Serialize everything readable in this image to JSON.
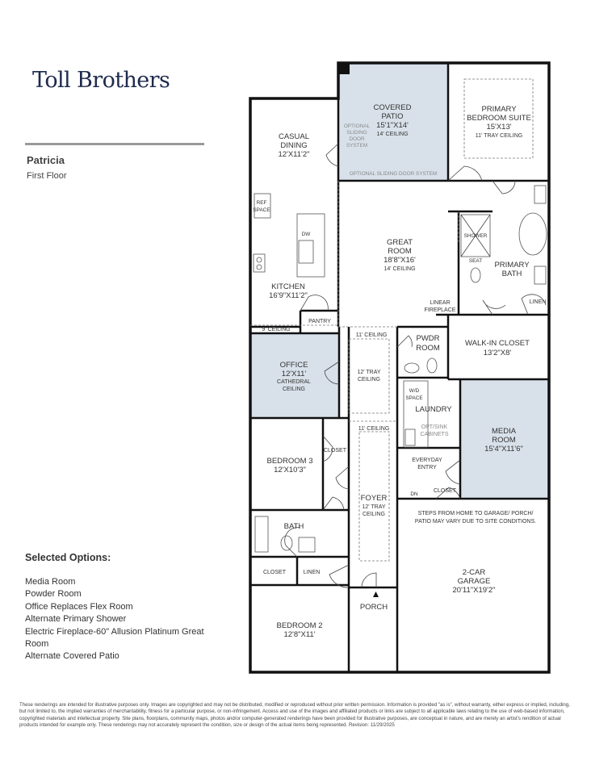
{
  "brand": {
    "logo_text": "Toll Brothers"
  },
  "plan": {
    "name": "Patricia",
    "floor": "First Floor"
  },
  "rooms": {
    "covered_patio": {
      "name1": "COVERED",
      "name2": "PATIO",
      "size": "15'1\"X14'",
      "ceiling": "14' CEILING"
    },
    "optional_sliding_door": {
      "l1": "OPTIONAL",
      "l2": "SLIDING",
      "l3": "DOOR",
      "l4": "SYSTEM"
    },
    "optional_sliding_door_bottom": "OPTIONAL SLIDING DOOR SYSTEM",
    "primary_bedroom": {
      "name1": "PRIMARY",
      "name2": "BEDROOM SUITE",
      "size": "15'X13'",
      "ceiling": "11' TRAY CEILING"
    },
    "casual_dining": {
      "name1": "CASUAL",
      "name2": "DINING",
      "size": "12'X11'2\""
    },
    "ref_space": {
      "l1": "REF",
      "l2": "SPACE"
    },
    "dw": "DW",
    "great_room": {
      "name1": "GREAT",
      "name2": "ROOM",
      "size": "18'8\"X16'",
      "ceiling": "14' CEILING"
    },
    "shower": "SHOWER",
    "seat": "SEAT",
    "primary_bath": {
      "name1": "PRIMARY",
      "name2": "BATH"
    },
    "kitchen": {
      "name": "KITCHEN",
      "size": "16'9\"X11'2\""
    },
    "linear_fireplace": {
      "l1": "LINEAR",
      "l2": "FIREPLACE"
    },
    "linen_primary": "LINEN",
    "pantry": "PANTRY",
    "nine_ceiling": "9' CEILING",
    "eleven_ceiling_top": "11' CEILING",
    "pwdr_room": {
      "l1": "PWDR",
      "l2": "ROOM"
    },
    "walk_in_closet": {
      "name": "WALK-IN CLOSET",
      "size": "13'2\"X8'"
    },
    "office": {
      "name": "OFFICE",
      "size": "12'X11'",
      "ceiling1": "CATHEDRAL",
      "ceiling2": "CEILING"
    },
    "tray_ceiling_hall": {
      "l1": "12' TRAY",
      "l2": "CEILING"
    },
    "wd_space": {
      "l1": "W/D",
      "l2": "SPACE"
    },
    "laundry": "LAUNDRY",
    "opt_sink": {
      "l1": "OPT/SINK",
      "l2": "CABINETS"
    },
    "media_room": {
      "name1": "MEDIA",
      "name2": "ROOM",
      "size": "15'4\"X11'6\""
    },
    "eleven_ceiling_foyer": "11' CEILING",
    "closet_bed3": "CLOSET",
    "bedroom3": {
      "name": "BEDROOM 3",
      "size": "12'X10'3\""
    },
    "everyday_entry": {
      "l1": "EVERYDAY",
      "l2": "ENTRY"
    },
    "dn": "DN",
    "closet_entry": "CLOSET",
    "foyer": {
      "name": "FOYER",
      "ceiling1": "12' TRAY",
      "ceiling2": "CEILING"
    },
    "garage_note": {
      "l1": "STEPS FROM HOME TO GARAGE/ PORCH/",
      "l2": "PATIO MAY VARY DUE TO SITE CONDITIONS."
    },
    "bath": "BATH",
    "closet_hall": "CLOSET",
    "linen_hall": "LINEN",
    "garage": {
      "name1": "2-CAR",
      "name2": "GARAGE",
      "size": "20'11\"X19'2\""
    },
    "porch": "PORCH",
    "bedroom2": {
      "name": "BEDROOM 2",
      "size": "12'8\"X11'"
    }
  },
  "options": {
    "title": "Selected Options:",
    "items": [
      "Media Room",
      "Powder Room",
      "Office Replaces Flex Room",
      "Alternate Primary Shower",
      "Electric Fireplace-60\" Allusion Platinum Great Room",
      "Alternate Covered Patio"
    ]
  },
  "disclaimer": "These renderings are intended for illustrative purposes only. Images are copyrighted and may not be distributed, modified or reproduced without prior written permission. Information is provided \"as is\", without warranty, either express or implied, including, but not limited to, the implied warranties of merchantability, fitness for a particular purpose, or non-infringement. Access and use of the images and affiliated products or links are subject to all applicable laws relating to the use of web-based information, copyrighted materials and intellectual property. Site plans, floorplans, community maps, photos and/or computer-generated renderings have been provided for illustrative purposes, are conceptual in nature, and are merely an artist's rendition of actual products intended for example only. These renderings may not accurately represent the condition, size or design of the actual items being represented. Revision: 11/29/2025",
  "colors": {
    "option_fill": "#d8e1ea",
    "logo": "#1f2a4e",
    "wall": "#111111"
  }
}
